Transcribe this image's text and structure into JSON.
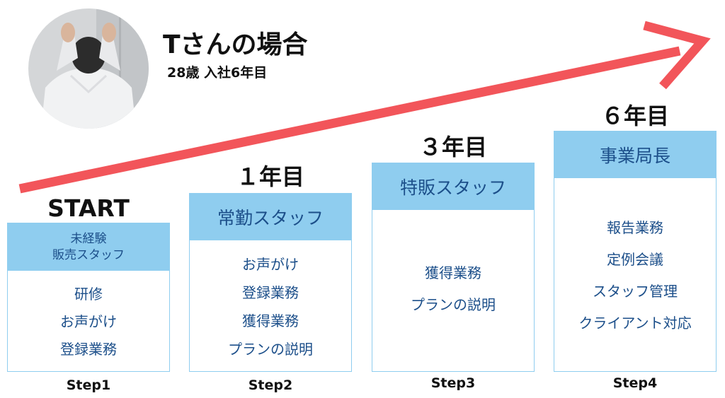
{
  "profile": {
    "name": "Tさんの場合",
    "details": "28歳 入社6年目"
  },
  "steps": [
    {
      "heading": "START",
      "role_lines": [
        "未経験",
        "販売スタッフ"
      ],
      "tasks": [
        "研修",
        "お声がけ",
        "登録業務"
      ],
      "label": "Step1"
    },
    {
      "heading": "１年目",
      "role_lines": [
        "常勤スタッフ"
      ],
      "tasks": [
        "お声がけ",
        "登録業務",
        "獲得業務",
        "プランの説明"
      ],
      "label": "Step2"
    },
    {
      "heading": "３年目",
      "role_lines": [
        "特販スタッフ"
      ],
      "tasks": [
        "獲得業務",
        "プランの説明"
      ],
      "label": "Step3"
    },
    {
      "heading": "６年目",
      "role_lines": [
        "事業局長"
      ],
      "tasks": [
        "報告業務",
        "定例会議",
        "スタッフ管理",
        "クライアント対応"
      ],
      "label": "Step4"
    }
  ],
  "colors": {
    "arrow": "#f2555a",
    "role_fill": "#8fcdef",
    "role_text": "#1c4f8a",
    "box_border": "#8fcdef"
  }
}
